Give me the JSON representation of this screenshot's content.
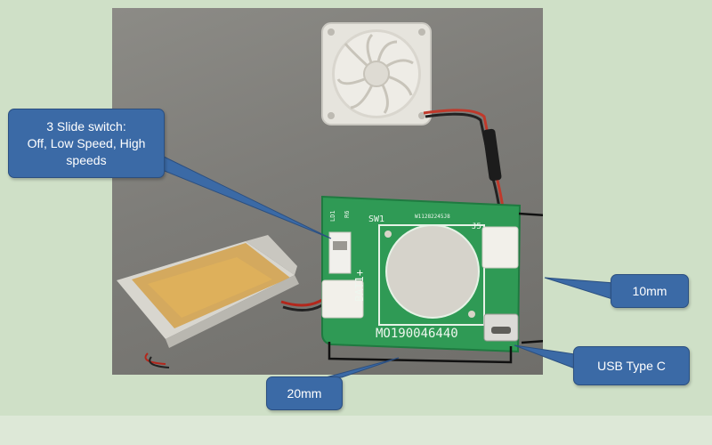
{
  "callouts": {
    "switch": "3 Slide switch:\nOff, Low Speed, High speeds",
    "width": "10mm",
    "usb": "USB Type C",
    "length": "20mm"
  },
  "pcb_silkscreen": {
    "switch_ref": "SW1",
    "battery_ref": "BAT1+",
    "connector_ref": "J5",
    "part_number": "MO190046440",
    "small_code": "W11282245J8",
    "resistor_ref": "R6",
    "led_ref": "LD1"
  },
  "colors": {
    "background": "#cfe0c7",
    "callout_fill": "#3b6aa6",
    "pcb_green": "#2f9a55"
  }
}
